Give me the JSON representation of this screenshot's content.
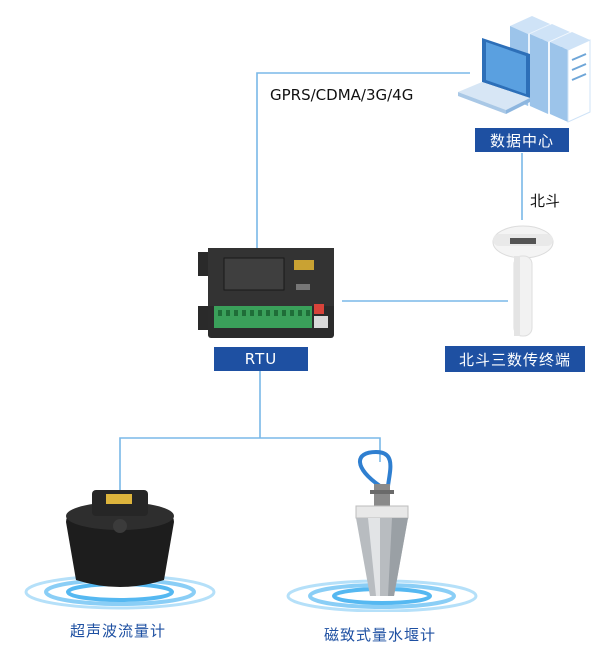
{
  "nodes": {
    "data_center": {
      "label": "数据中心"
    },
    "beidou_terminal": {
      "label": "北斗三数传终端"
    },
    "rtu": {
      "label": "RTU"
    },
    "ultrasonic_flowmeter": {
      "label": "超声波流量计"
    },
    "magnetostrictive_gauge": {
      "label": "磁致式量水堰计"
    }
  },
  "links": {
    "network": {
      "label": "GPRS/CDMA/3G/4G"
    },
    "beidou": {
      "label": "北斗"
    }
  },
  "colors": {
    "accent": "#1e50a2",
    "line": "#7ab8e8",
    "ripple": "#2aa6ee"
  }
}
